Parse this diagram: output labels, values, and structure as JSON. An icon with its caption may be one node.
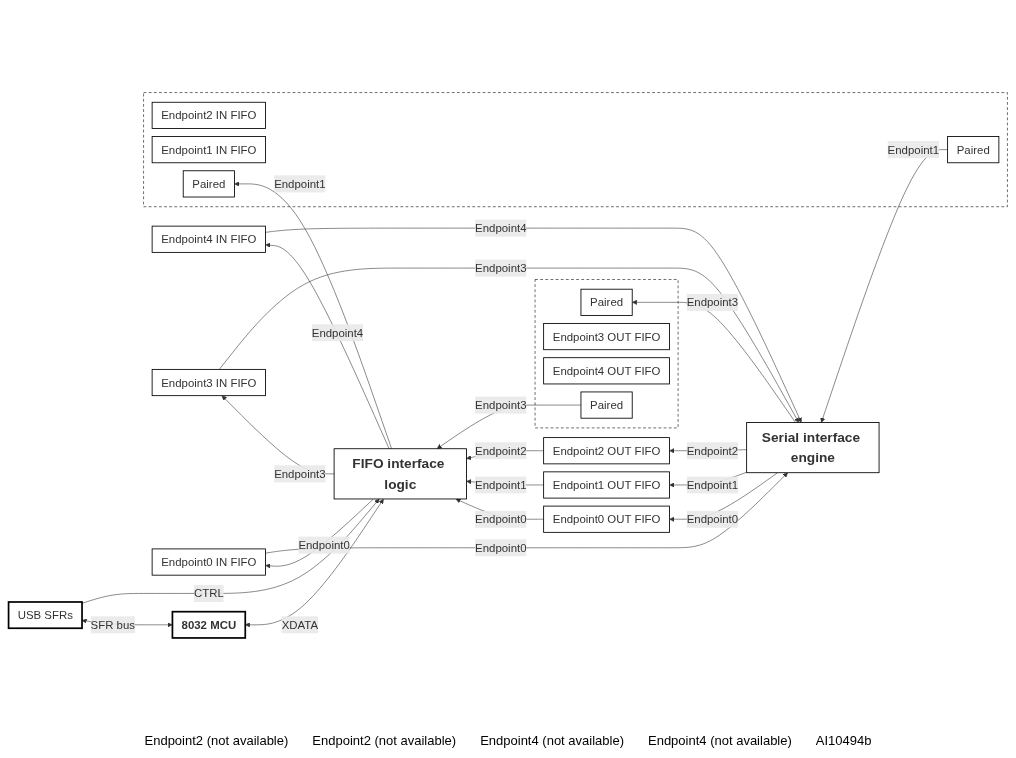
{
  "diagram": {
    "nodes": [
      {
        "text": [
          "Serial interface engine"
        ]
      },
      {
        "text": [
          "FIFO interface logic"
        ]
      },
      {
        "text": [
          "8032 MCU"
        ]
      },
      {
        "text": [
          "USB SFRs"
        ]
      },
      {
        "text": [
          "Endpoint4 IN FIFO"
        ]
      },
      {
        "text": [
          "Endpoint3 IN FIFO"
        ]
      },
      {
        "text": [],
        "shape": "box"
      },
      {
        "text": [
          "Paired"
        ],
        "in": 6
      },
      {
        "text": [
          "Endpoint2 IN FIFO"
        ],
        "in": 6
      },
      {
        "text": [
          "Endpoint1 IN FIFO"
        ],
        "in": 6
      },
      {
        "text": [
          "Paired"
        ],
        "in": 6
      },
      {
        "text": [
          "Endpoint0 IN FIFO"
        ]
      },
      {
        "text": [
          "Endpoint0 OUT FIFO"
        ]
      },
      {
        "text": [
          "Endpoint1 OUT FIFO"
        ]
      },
      {
        "text": [
          "Endpoint2 OUT FIFO"
        ]
      },
      {
        "text": [],
        "shape": "box"
      },
      {
        "text": [
          "Paired"
        ],
        "in": 15
      },
      {
        "text": [
          "Endpoint3 OUT FIFO"
        ],
        "in": 15
      },
      {
        "text": [
          "Endpoint4 OUT FIFO"
        ],
        "in": 15
      },
      {
        "text": [
          "Paired"
        ],
        "in": 15
      }
    ],
    "edges": [
      {
        "from": 1,
        "to": 4,
        "arrow": "to",
        "label": "Endpoint4"
      },
      {
        "from": 4,
        "to": 0,
        "arrow": "to",
        "label": "Endpoint4"
      },
      {
        "from": 1,
        "to": 5,
        "arrow": "to",
        "label": "Endpoint3"
      },
      {
        "from": 5,
        "to": 0,
        "arrow": "to",
        "label": "Endpoint3"
      },
      {
        "from": 1,
        "to": 10,
        "arrow": "to",
        "label": "Endpoint1"
      },
      {
        "from": 7,
        "to": 0,
        "arrow": "to",
        "label": "Endpoint1"
      },
      {
        "from": 1,
        "to": 11,
        "arrow": "to",
        "label": "Endpoint0"
      },
      {
        "from": 11,
        "to": 0,
        "arrow": "to",
        "label": "Endpoint0"
      },
      {
        "from": 0,
        "to": 12,
        "arrow": "to",
        "label": "Endpoint0"
      },
      {
        "from": 12,
        "to": 1,
        "arrow": "to",
        "label": "Endpoint0"
      },
      {
        "from": 0,
        "to": 13,
        "arrow": "to",
        "label": "Endpoint1"
      },
      {
        "from": 13,
        "to": 1,
        "arrow": "to",
        "label": "Endpoint1"
      },
      {
        "from": 0,
        "to": 14,
        "arrow": "to",
        "label": "Endpoint2"
      },
      {
        "from": 14,
        "to": 1,
        "arrow": "to",
        "label": "Endpoint2"
      },
      {
        "from": 0,
        "to": 16,
        "arrow": "to",
        "label": "Endpoint3"
      },
      {
        "from": 19,
        "to": 1,
        "arrow": "to",
        "label": "Endpoint3"
      },
      {
        "from": 1,
        "to": 2,
        "arrow": "both",
        "label": "XDATA"
      },
      {
        "from": 2,
        "to": 3,
        "arrow": "both",
        "label": "SFR bus"
      },
      {
        "from": 3,
        "to": 1,
        "arrow": "to",
        "label": "CTRL"
      }
    ],
    "labels": [
      "Endpoint2 (not available)",
      "Endpoint2 (not available)",
      "Endpoint4 (not available)",
      "Endpoint4 (not available)",
      "AI10494b"
    ]
  }
}
